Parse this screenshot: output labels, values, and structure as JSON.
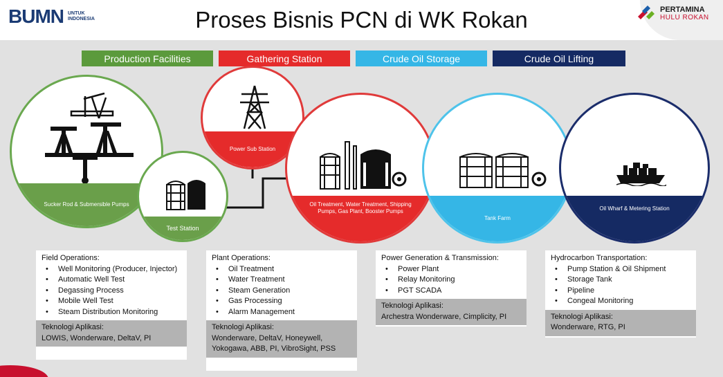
{
  "header": {
    "title": "Proses Bisnis PCN di WK Rokan",
    "bumn_logo": {
      "mark": "BUMN",
      "sub_line1": "UNTUK",
      "sub_line2": "INDONESIA"
    },
    "pertamina_logo": {
      "line1": "PERTAMINA",
      "line2": "HULU ROKAN"
    }
  },
  "categories": [
    {
      "label": "Production Facilities",
      "color": "#5b9a3c"
    },
    {
      "label": "Gathering Station",
      "color": "#e52b2b"
    },
    {
      "label": "Crude Oil Storage",
      "color": "#35b6e6"
    },
    {
      "label": "Crude Oil Lifting",
      "color": "#152a63"
    }
  ],
  "stations": {
    "sucker_rod": "Sucker Rod & Submersible Pumps",
    "test_station": "Test Station",
    "power_sub": "Power Sub Station",
    "oil_treatment": "Oil Treatment, Water Treatment, Shipping Pumps, Gas Plant, Booster Pumps",
    "tank_farm": "Tank Farm",
    "oil_wharf": "Oil Wharf & Metering Station"
  },
  "boxes": [
    {
      "heading": "Field Operations:",
      "items": [
        "Well Monitoring (Producer, Injector)",
        "Automatic Well Test",
        "Degassing Process",
        "Mobile Well Test",
        "Steam Distribution Monitoring"
      ],
      "tek_label": "Teknologi Aplikasi:",
      "tek_value": "LOWIS, Wonderware, DeltaV, PI"
    },
    {
      "heading": "Plant Operations:",
      "items": [
        "Oil Treatment",
        "Water Treatment",
        "Steam Generation",
        "Gas Processing",
        "Alarm Management"
      ],
      "tek_label": "Teknologi Aplikasi:",
      "tek_value": "Wonderware, DeltaV, Honeywell, Yokogawa, ABB, PI, VibroSight, PSS"
    },
    {
      "heading": "Power Generation & Transmission:",
      "items": [
        "Power Plant",
        "Relay Monitoring",
        "PGT SCADA"
      ],
      "tek_label": "Teknologi Aplikasi:",
      "tek_value": "Archestra Wonderware, Cimplicity, PI"
    },
    {
      "heading": "Hydrocarbon Transportation:",
      "items": [
        "Pump Station & Oil Shipment",
        "Storage Tank",
        "Pipeline",
        "Congeal Monitoring"
      ],
      "tek_label": "Teknologi Aplikasi:",
      "tek_value": "Wonderware, RTG, PI"
    }
  ],
  "icons": [
    "oil-derrick-icon",
    "pumpjack-icon",
    "wellhead-icon",
    "storage-tank-icon",
    "transmission-tower-icon",
    "processing-plant-icon",
    "pump-icon",
    "ship-icon"
  ],
  "colors": {
    "green": "#5b9a3c",
    "red": "#e52b2b",
    "blue": "#35b6e6",
    "navy": "#152a63",
    "grey_band": "#e1e1e1",
    "tek_bg": "#b3b3b3"
  }
}
